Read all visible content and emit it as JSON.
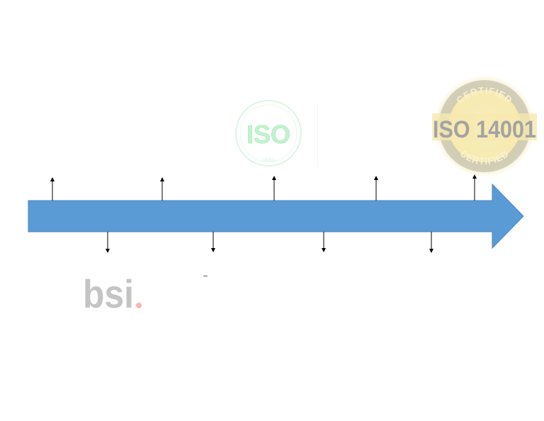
{
  "timeline": {
    "arrow_color": "#5b9bd5",
    "tick_color": "#000000",
    "ticks_above_count": 5,
    "ticks_below_count": 4
  },
  "logos": {
    "iso_stamp": {
      "text": "ISO",
      "subtext": "14001",
      "color": "#b8f0c8"
    },
    "iso14001_seal": {
      "text": "ISO 14001",
      "ring_top": "CERTIFIED",
      "ring_bottom": "CERTIFIED",
      "gold": "#f3e4a0",
      "gray": "#a0a0a0"
    },
    "bsi": {
      "text": "bsi",
      "dot": ".",
      "text_color": "#c4c4c4",
      "dot_color": "#f2b8b0"
    }
  },
  "stray_mark": "–"
}
